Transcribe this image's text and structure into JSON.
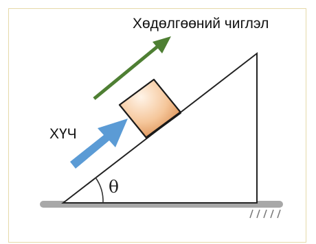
{
  "labels": {
    "motion_direction": "Хөдөлгөөний чиглэл",
    "force": "ХҮЧ",
    "angle": "θ"
  },
  "colors": {
    "motion_arrow": "#4e7f33",
    "force_arrow": "#5b9bd5",
    "block_fill": "#f0b080",
    "ground": "#a8a8a8",
    "frame": "#e6d9a8"
  },
  "icons": {
    "motion_arrow": "arrow-up-right-icon",
    "force_arrow": "thick-arrow-up-right-icon"
  }
}
